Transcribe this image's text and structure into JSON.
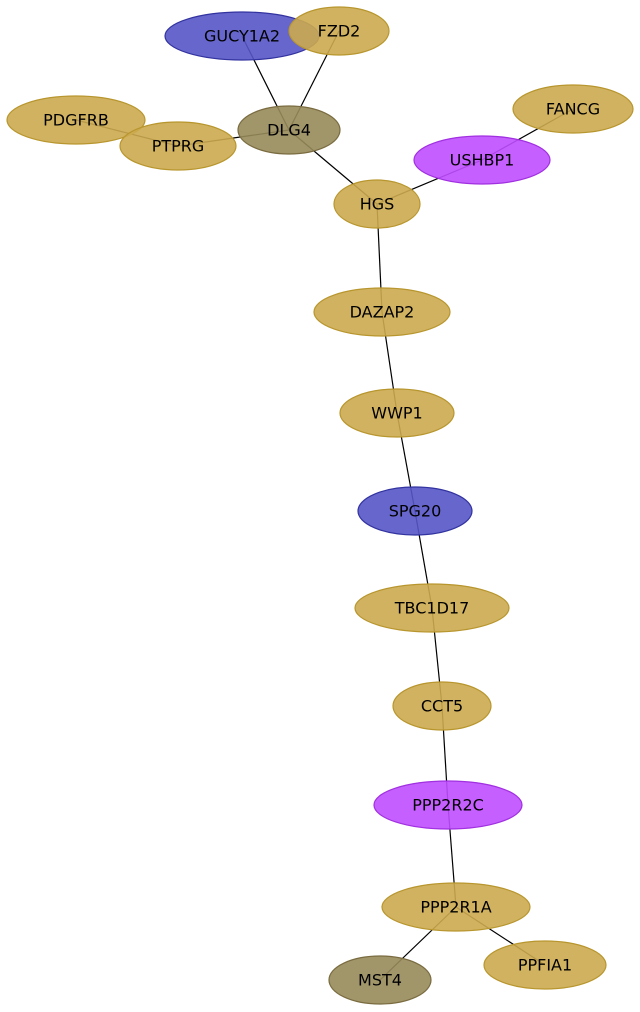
{
  "colors": {
    "gold": "#CCAA4F",
    "gold_stroke": "#B8962E",
    "blue": "#5555C8",
    "blue_stroke": "#3333A0",
    "purple": "#C04EFF",
    "purple_stroke": "#A030E0",
    "olive": "#97895A",
    "olive_stroke": "#7A6C40",
    "edge": "#000000"
  },
  "nodes": [
    {
      "id": "GUCY1A2",
      "label": "GUCY1A2",
      "color": "blue"
    },
    {
      "id": "FZD2",
      "label": "FZD2",
      "color": "gold"
    },
    {
      "id": "PDGFRB",
      "label": "PDGFRB",
      "color": "gold"
    },
    {
      "id": "PTPRG",
      "label": "PTPRG",
      "color": "gold"
    },
    {
      "id": "DLG4",
      "label": "DLG4",
      "color": "olive"
    },
    {
      "id": "FANCG",
      "label": "FANCG",
      "color": "gold"
    },
    {
      "id": "USHBP1",
      "label": "USHBP1",
      "color": "purple"
    },
    {
      "id": "HGS",
      "label": "HGS",
      "color": "gold"
    },
    {
      "id": "DAZAP2",
      "label": "DAZAP2",
      "color": "gold"
    },
    {
      "id": "WWP1",
      "label": "WWP1",
      "color": "gold"
    },
    {
      "id": "SPG20",
      "label": "SPG20",
      "color": "blue"
    },
    {
      "id": "TBC1D17",
      "label": "TBC1D17",
      "color": "gold"
    },
    {
      "id": "CCT5",
      "label": "CCT5",
      "color": "gold"
    },
    {
      "id": "PPP2R2C",
      "label": "PPP2R2C",
      "color": "purple"
    },
    {
      "id": "PPP2R1A",
      "label": "PPP2R1A",
      "color": "gold"
    },
    {
      "id": "MST4",
      "label": "MST4",
      "color": "olive"
    },
    {
      "id": "PPFIA1",
      "label": "PPFIA1",
      "color": "gold"
    }
  ],
  "edges": [
    [
      "GUCY1A2",
      "DLG4"
    ],
    [
      "FZD2",
      "DLG4"
    ],
    [
      "PDGFRB",
      "PTPRG"
    ],
    [
      "PTPRG",
      "DLG4"
    ],
    [
      "DLG4",
      "HGS"
    ],
    [
      "FANCG",
      "USHBP1"
    ],
    [
      "USHBP1",
      "HGS"
    ],
    [
      "HGS",
      "DAZAP2"
    ],
    [
      "DAZAP2",
      "WWP1"
    ],
    [
      "WWP1",
      "SPG20"
    ],
    [
      "SPG20",
      "TBC1D17"
    ],
    [
      "TBC1D17",
      "CCT5"
    ],
    [
      "CCT5",
      "PPP2R2C"
    ],
    [
      "PPP2R2C",
      "PPP2R1A"
    ],
    [
      "PPP2R1A",
      "MST4"
    ],
    [
      "PPP2R1A",
      "PPFIA1"
    ]
  ]
}
